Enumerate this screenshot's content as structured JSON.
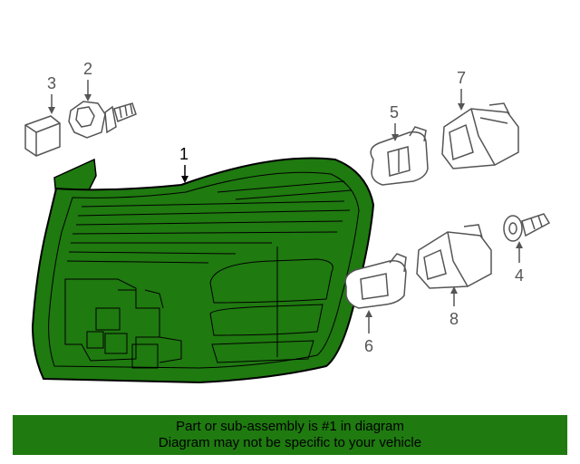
{
  "diagram": {
    "callouts": [
      {
        "id": "1",
        "label": "1"
      },
      {
        "id": "2",
        "label": "2"
      },
      {
        "id": "3",
        "label": "3"
      },
      {
        "id": "4",
        "label": "4"
      },
      {
        "id": "5",
        "label": "5"
      },
      {
        "id": "6",
        "label": "6"
      },
      {
        "id": "7",
        "label": "7"
      },
      {
        "id": "8",
        "label": "8"
      }
    ]
  },
  "banner": {
    "line1": "Part or sub-assembly is #1 in diagram",
    "line2": "Diagram may not be specific to your vehicle"
  },
  "colors": {
    "highlight_part": "#1f7a10",
    "banner_background": "#1f7a10",
    "line_art": "#555555"
  }
}
